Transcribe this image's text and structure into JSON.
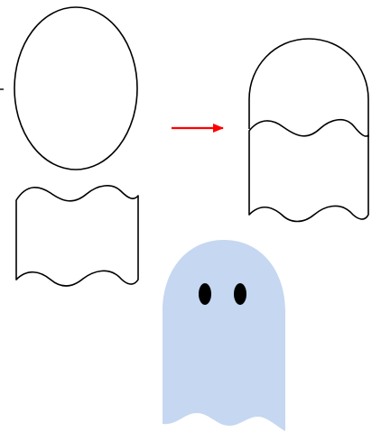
{
  "diagram": {
    "steps": [
      {
        "name": "separate-shapes",
        "shapes": [
          "oval",
          "wavy-rectangle"
        ]
      },
      {
        "name": "combined-shapes",
        "shapes": [
          "oval",
          "wavy-rectangle"
        ]
      },
      {
        "name": "ghost",
        "eyes": 2
      }
    ],
    "connector": {
      "type": "arrow",
      "direction": "right"
    }
  },
  "colors": {
    "outline": "#000000",
    "arrow": "#ff0000",
    "ghost_fill": "#c5d7f1",
    "eye": "#000000",
    "background": "#ffffff"
  }
}
